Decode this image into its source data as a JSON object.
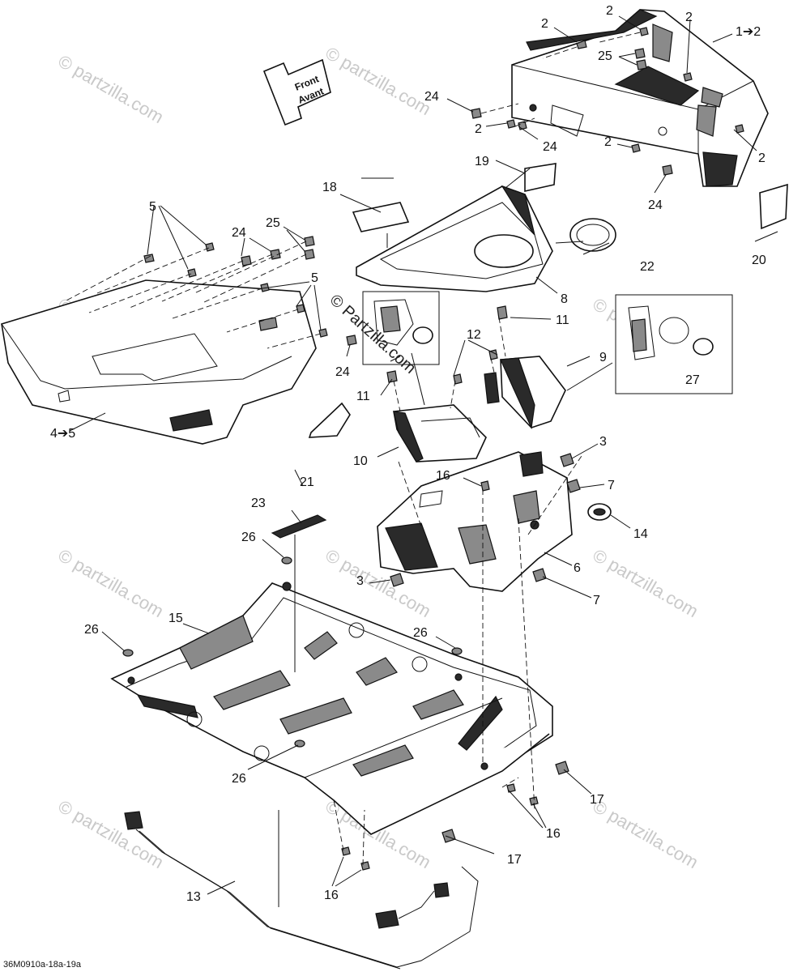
{
  "front_arrow": {
    "line1": "Front",
    "line2": "Avant"
  },
  "drawing_code": "36M0910a-18a-19a",
  "watermark": "© partzilla.com",
  "watermark_dark": "© Partzilla.com",
  "callouts": {
    "c1": "1➔2",
    "c2a": "2",
    "c2b": "2",
    "c2c": "2",
    "c2d": "2",
    "c2e": "2",
    "c2f": "2",
    "c3a": "3",
    "c3b": "3",
    "c4": "4➔5",
    "c5a": "5",
    "c5b": "5",
    "c6": "6",
    "c7a": "7",
    "c7b": "7",
    "c8": "8",
    "c9": "9",
    "c10": "10",
    "c11a": "11",
    "c11b": "11",
    "c12": "12",
    "c13": "13",
    "c14": "14",
    "c15": "15",
    "c16a": "16",
    "c16b": "16",
    "c16c": "16",
    "c17a": "17",
    "c17b": "17",
    "c18": "18",
    "c19": "19",
    "c20": "20",
    "c21": "21",
    "c22": "22",
    "c23": "23",
    "c24a": "24",
    "c24b": "24",
    "c24c": "24",
    "c24d": "24",
    "c24e": "24",
    "c25a": "25",
    "c25b": "25",
    "c26a": "26",
    "c26b": "26",
    "c26c": "26",
    "c26d": "26",
    "c27": "27"
  }
}
